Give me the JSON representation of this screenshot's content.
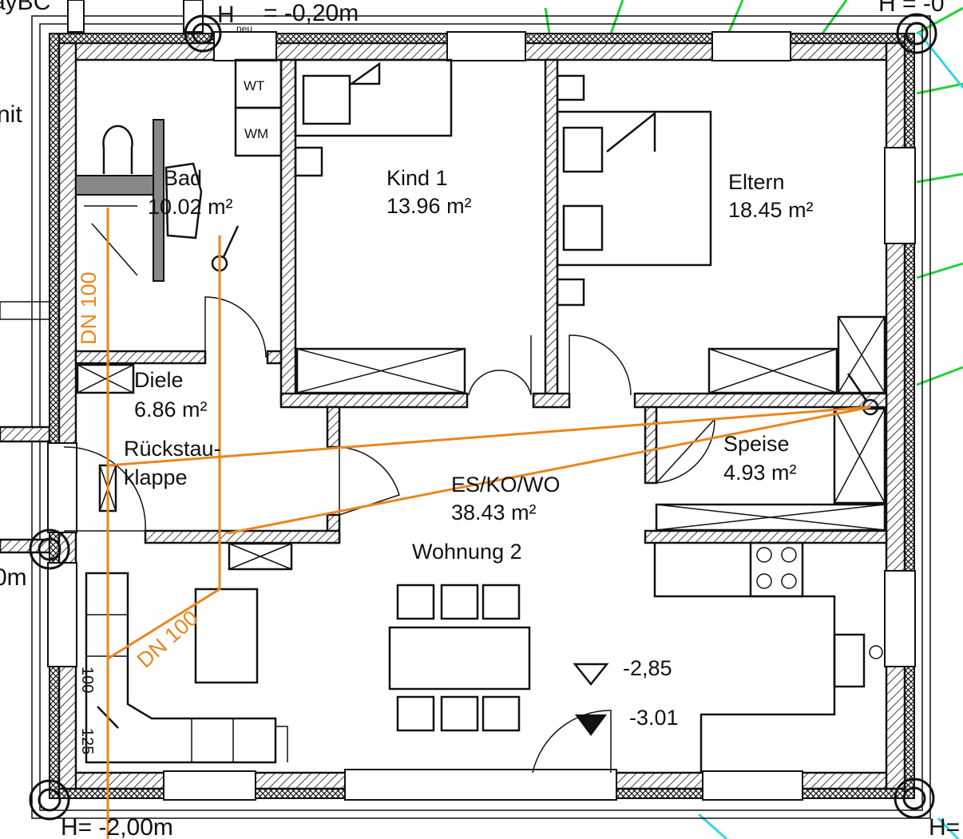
{
  "plan": {
    "unit_name": "Wohnung 2",
    "rooms": [
      {
        "name": "Bad",
        "area": "10.02 m²"
      },
      {
        "name": "Kind 1",
        "area": "13.96 m²"
      },
      {
        "name": "Eltern",
        "area": "18.45 m²"
      },
      {
        "name": "Diele",
        "area": "6.86 m²"
      },
      {
        "name": "Speise",
        "area": "4.93 m²"
      },
      {
        "name": "ES/KO/WO",
        "area": "38.43 m²"
      }
    ],
    "appliances": {
      "wt": "WT",
      "wm": "WM"
    },
    "rueckstau": {
      "line1": "Rückstau-",
      "line2": "klappe"
    },
    "pipes": {
      "label_vertical": "DN 100",
      "label_diagonal": "DN 100",
      "color": "#e8871e"
    },
    "levels": {
      "top_label": "H",
      "top_sub": "neu",
      "top_value": "= -0,20m",
      "top_right": "H = -0",
      "bottom_left": "H= -2,00m",
      "bottom_right": "H=",
      "elev_1": "-2,85",
      "elev_2": "-3.01",
      "left_fragment": "0m"
    },
    "dims": {
      "a": "100",
      "b": "125"
    },
    "edge_fragments": {
      "top_left": "ayBC",
      "left": "nit"
    },
    "colors": {
      "wall_line": "#111111",
      "survey_green": "#22d13a",
      "survey_cyan": "#2fd6e6"
    }
  }
}
